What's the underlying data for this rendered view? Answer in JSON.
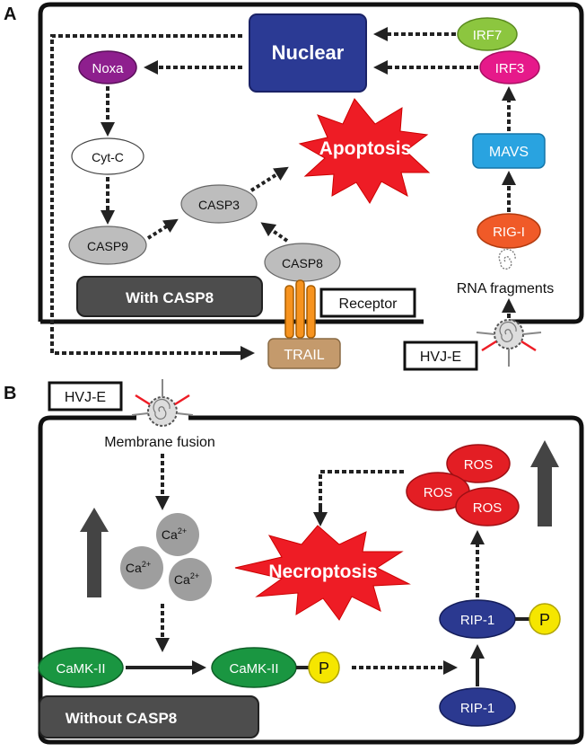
{
  "panelA": {
    "label": "A",
    "nuclear": "Nuclear",
    "irf7": "IRF7",
    "irf3": "IRF3",
    "mavs": "MAVS",
    "rigi": "RIG-I",
    "rna_fragments": "RNA fragments",
    "noxa": "Noxa",
    "cytc": "Cyt-C",
    "casp3": "CASP3",
    "casp9": "CASP9",
    "casp8": "CASP8",
    "apoptosis": "Apoptosis",
    "with_casp8": "With CASP8",
    "receptor": "Receptor",
    "trail": "TRAIL",
    "hvje": "HVJ-E"
  },
  "panelB": {
    "label": "B",
    "hvje": "HVJ-E",
    "membrane_fusion": "Membrane fusion",
    "ca_base": "Ca",
    "ca_sup": "2+",
    "necroptosis": "Necroptosis",
    "ros": "ROS",
    "ripk1": "RIP-1",
    "p": "P",
    "camk": "CaMK-II",
    "without_casp8": "Without CASP8"
  },
  "colors": {
    "nuclear": "#2b3a94",
    "irf7": "#8cc63f",
    "irf3": "#e6198a",
    "mavs": "#29a3e0",
    "rigi": "#f05a28",
    "noxa": "#8e1f8e",
    "grey_node": "#bdbdbd",
    "explosion": "#ee1c25",
    "dark_box": "#4d4d4d",
    "trail": "#c49a6c",
    "receptor": "#f7931e",
    "ros": "#e31e24",
    "ripk1": "#2b3990",
    "p": "#f5e600",
    "camk": "#1a9641"
  },
  "icons": [
    "hvje-virus-icon",
    "rna-coil-icon",
    "up-arrow-icon",
    "receptor-icon"
  ]
}
